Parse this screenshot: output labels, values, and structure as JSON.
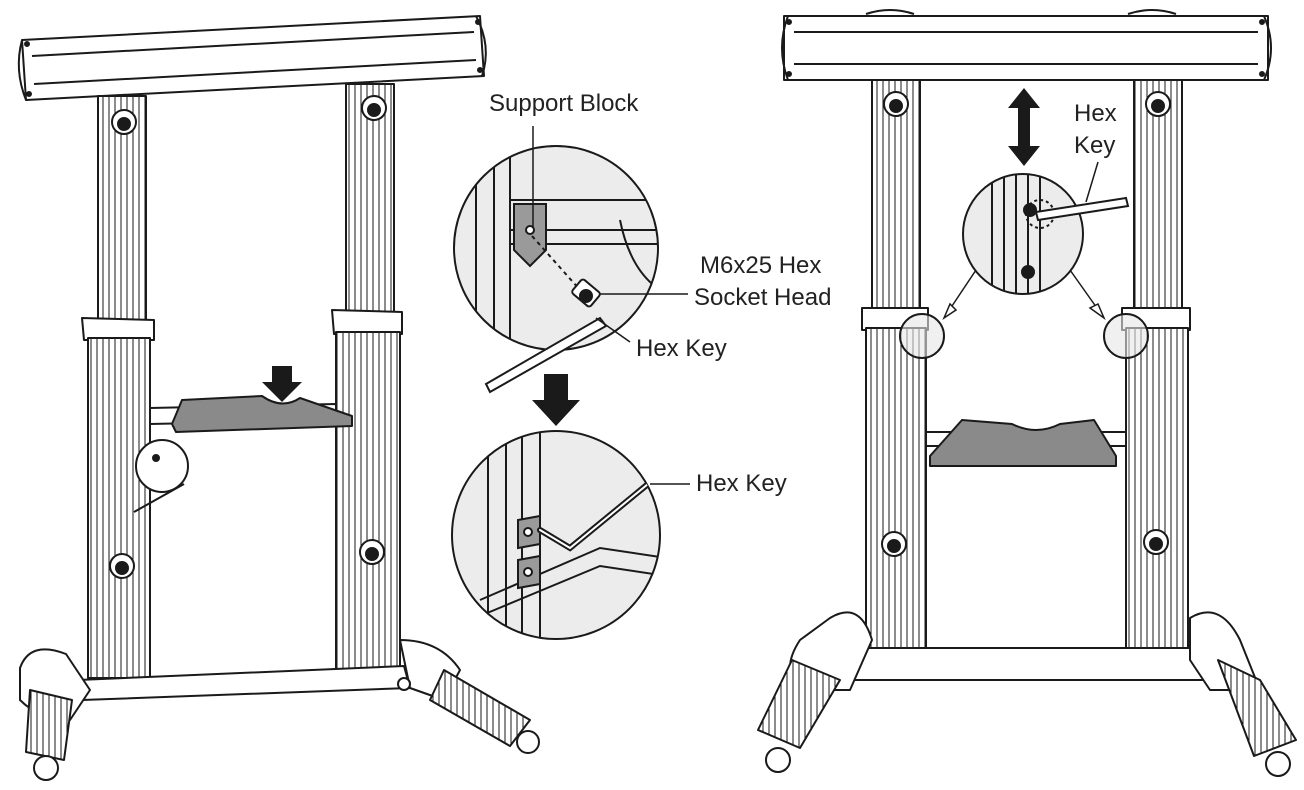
{
  "labels": {
    "support_block": "Support Block",
    "screw_line1": "M6x25 Hex",
    "screw_line2": "Socket Head",
    "hex_key_top": "Hex Key",
    "hex_key_bottom": "Hex Key",
    "hex_key_right_line1": "Hex",
    "hex_key_right_line2": "Key"
  },
  "colors": {
    "line": "#1a1a1a",
    "metal": "#ffffff",
    "shelf": "#8a8a8a",
    "callout_bg": "#ececec",
    "arrow": "#1a1a1a"
  }
}
